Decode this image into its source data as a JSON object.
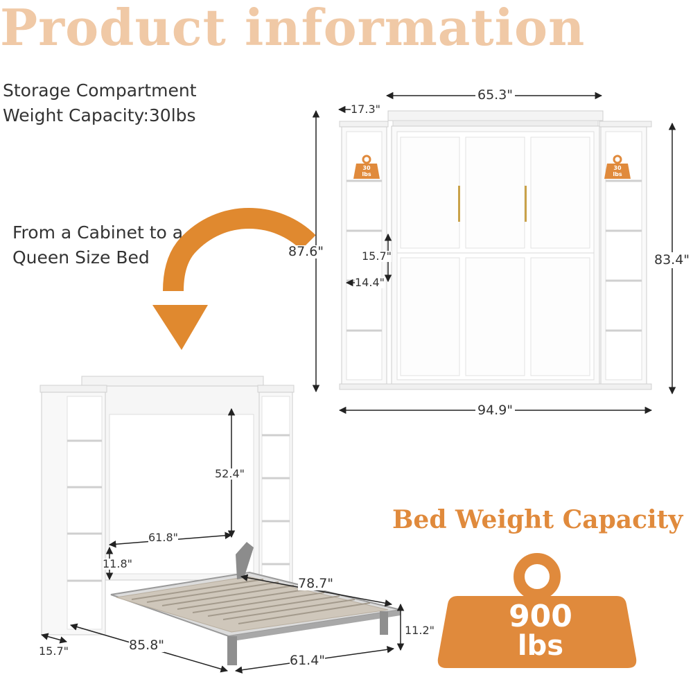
{
  "heading": "Product information",
  "storage_note": {
    "line1": "Storage Compartment",
    "line2": "Weight Capacity:30lbs"
  },
  "transform_note": {
    "line1": "From a Cabinet to a",
    "line2": "Queen Size Bed"
  },
  "shelf_badge": {
    "value": "30",
    "unit": "lbs"
  },
  "cabinet_dimensions": {
    "width_center": "65.3\"",
    "side_unit_depth": "17.3\"",
    "total_height": "87.6\"",
    "side_height": "83.4\"",
    "shelf_height": "15.7\"",
    "shelf_width": "14.4\"",
    "total_width": "94.9\""
  },
  "bed_dimensions": {
    "opening_height": "52.4\"",
    "opening_width": "61.8\"",
    "headboard_gap": "11.8\"",
    "bed_length": "78.7\"",
    "leg_height": "11.2\"",
    "depth": "15.7\"",
    "open_length": "85.8\"",
    "bed_width": "61.4\""
  },
  "capacity": {
    "title": "Bed Weight Capacity",
    "value": "900",
    "unit": "lbs"
  },
  "colors": {
    "heading": "#f0c9a6",
    "accent": "#e08a3c",
    "arrow": "#e0892f"
  },
  "icons": [
    "curved-arrow-icon",
    "weight-badge-icon"
  ]
}
